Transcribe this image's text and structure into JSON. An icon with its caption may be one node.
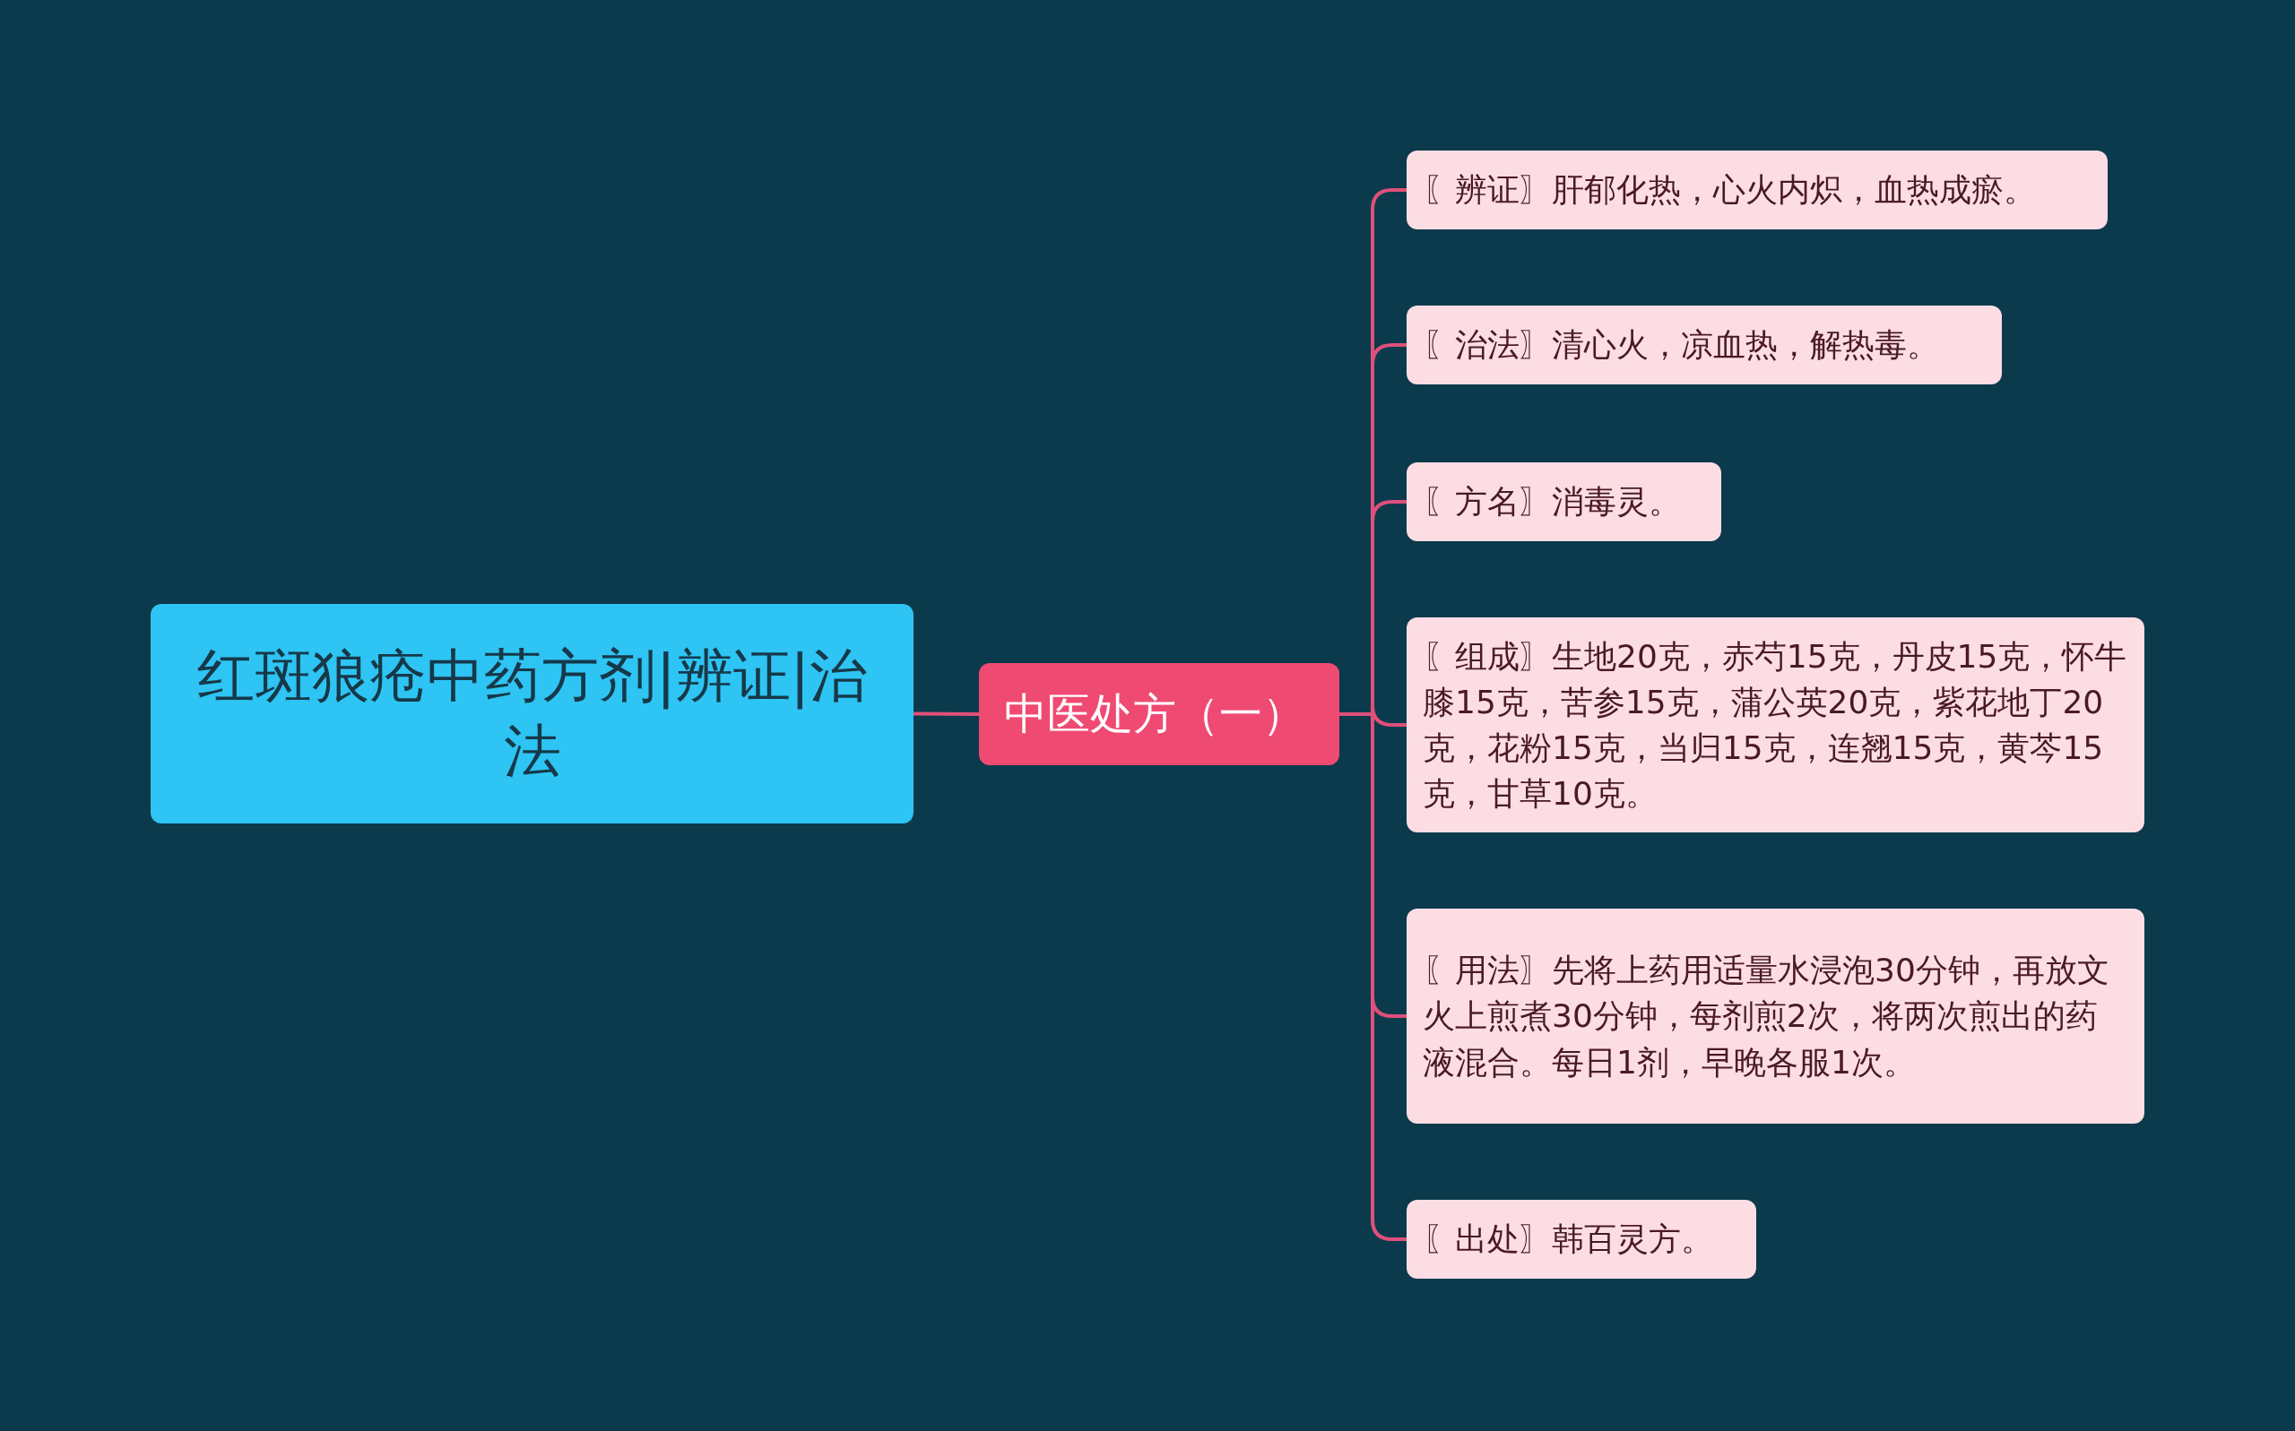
{
  "diagram": {
    "nodes": [
      {
        "text": [
          "红斑狼疮中药方剂|辨证|治法"
        ]
      },
      {
        "text": [
          "中医处方（一）"
        ]
      },
      {
        "text": [
          "〖辨证〗肝郁化热，心火内炽，血热成瘀。"
        ]
      },
      {
        "text": [
          "〖治法〗清心火，凉血热，解热毒。"
        ]
      },
      {
        "text": [
          "〖方名〗消毒灵。"
        ]
      },
      {
        "text": [
          "〖组成〗生地20克，赤芍15克，丹皮15克，怀牛膝15克，苦参15克，蒲公英20克，紫花地丁20克，花粉15克，当归15克，连翘15克，黄芩15克，甘草10克。"
        ]
      },
      {
        "text": [
          "〖用法〗先将上药用适量水浸泡30分钟，再放文火上煎煮30分钟，每剂煎2次，将两次煎出的药液混合。每日1剂，早晚各服1次。"
        ]
      },
      {
        "text": [
          "〖出处〗韩百灵方。"
        ]
      }
    ],
    "edges": [
      {
        "from": 0,
        "to": 1,
        "arrow": "none"
      },
      {
        "from": 1,
        "to": 2,
        "arrow": "none"
      },
      {
        "from": 1,
        "to": 3,
        "arrow": "none"
      },
      {
        "from": 1,
        "to": 4,
        "arrow": "none"
      },
      {
        "from": 1,
        "to": 5,
        "arrow": "none"
      },
      {
        "from": 1,
        "to": 6,
        "arrow": "none"
      },
      {
        "from": 1,
        "to": 7,
        "arrow": "none"
      }
    ]
  }
}
